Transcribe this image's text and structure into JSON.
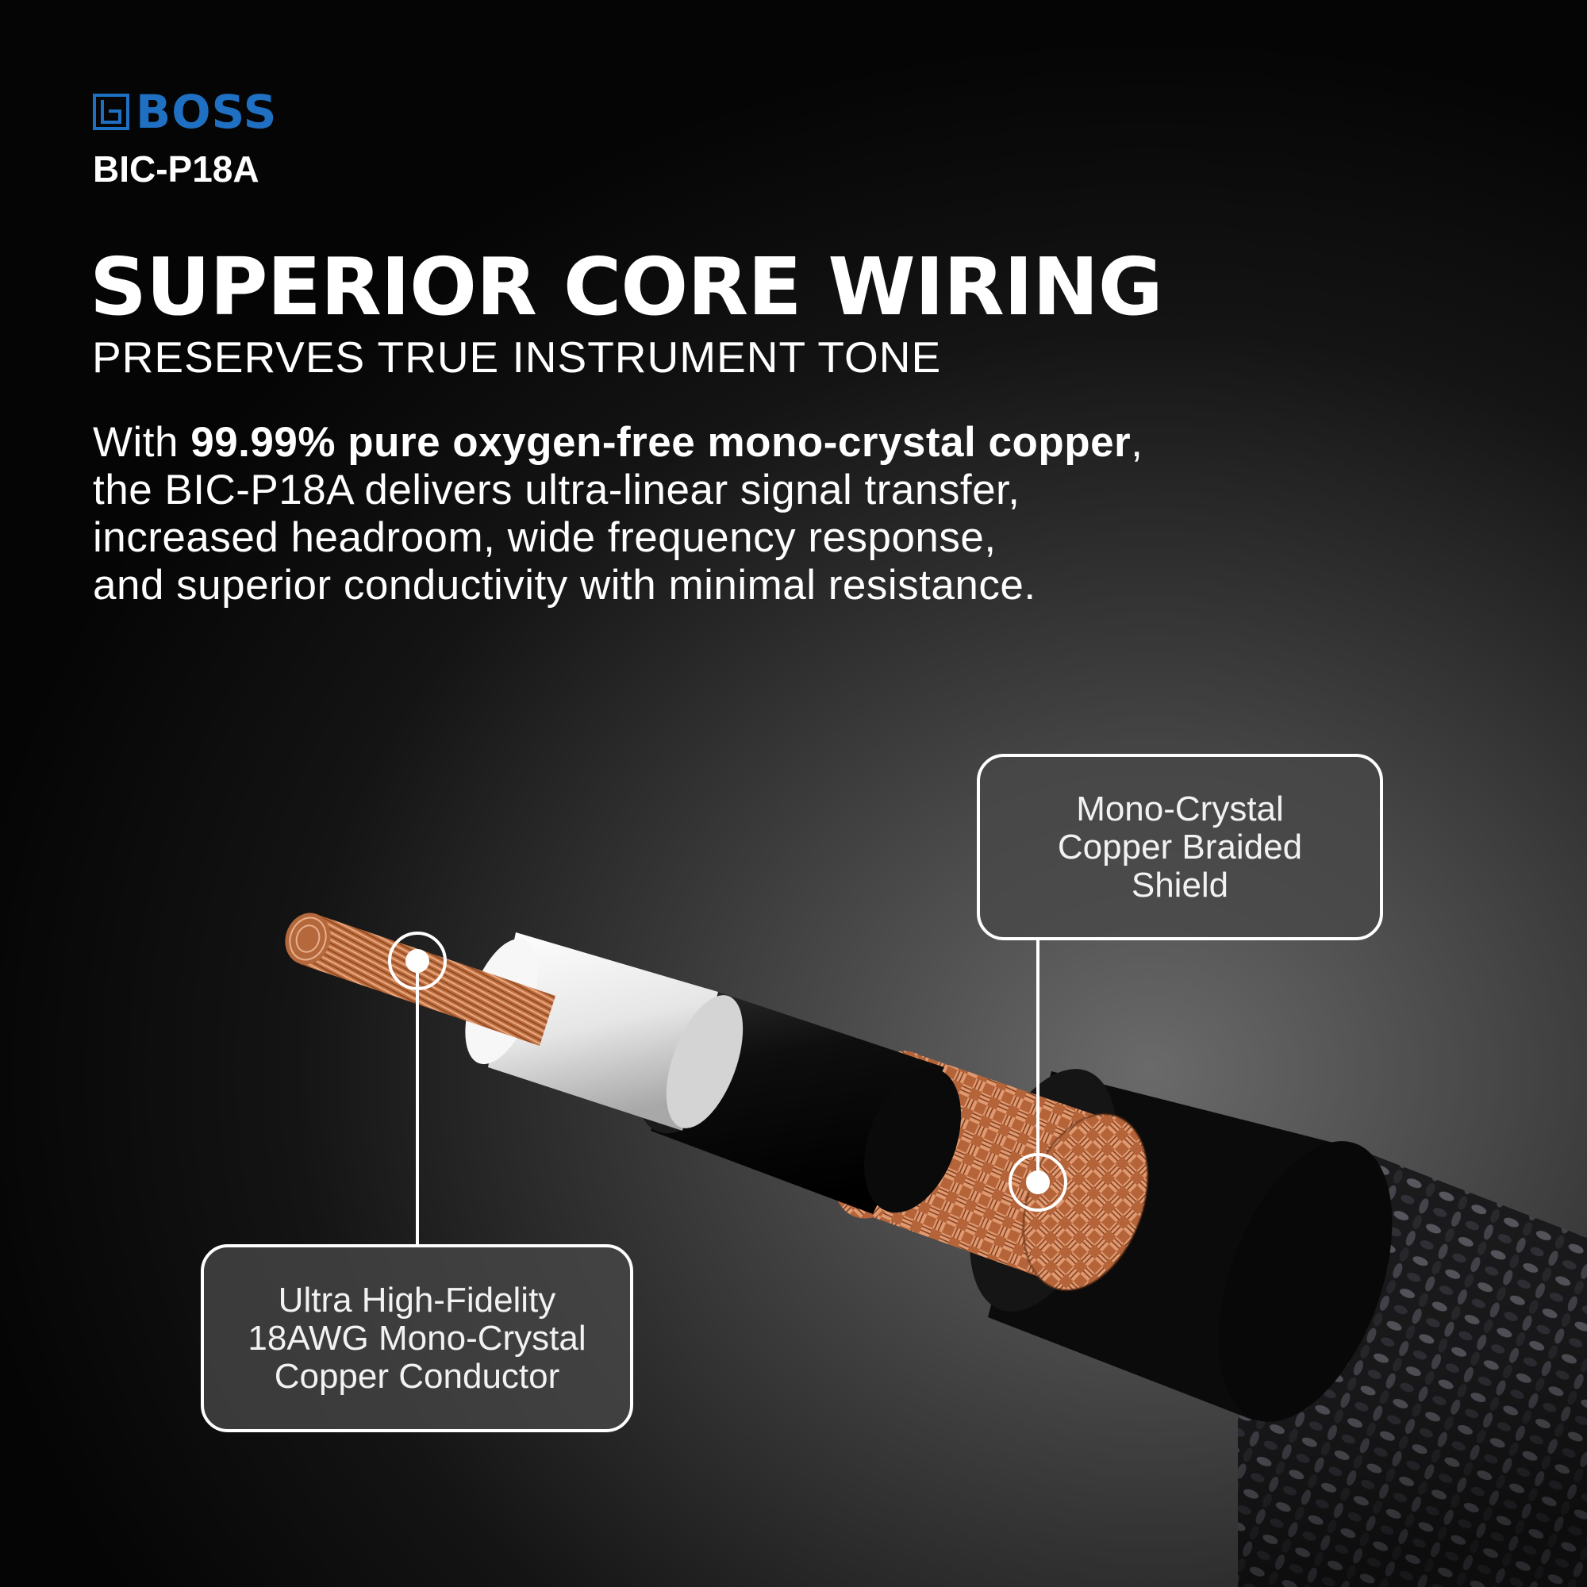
{
  "brand": {
    "logo_text": "BOSS",
    "logo_color": "#1f6fc2",
    "model": "BIC-P18A"
  },
  "hero": {
    "headline": "SUPERIOR CORE WIRING",
    "subheadline": "PRESERVES TRUE INSTRUMENT TONE"
  },
  "description": {
    "line1_prefix": "With ",
    "line1_bold": "99.99% pure oxygen-free mono-crystal copper",
    "line1_suffix": ",",
    "line2": "the BIC-P18A delivers ultra-linear signal transfer,",
    "line3": "increased headroom, wide frequency response,",
    "line4": "and superior conductivity with minimal resistance."
  },
  "callouts": {
    "shield": {
      "line1": "Mono-Crystal",
      "line2": "Copper Braided",
      "line3": "Shield"
    },
    "conductor": {
      "line1": "Ultra High-Fidelity",
      "line2": "18AWG Mono-Crystal",
      "line3": "Copper Conductor"
    }
  },
  "colors": {
    "copper": "#c97a4f",
    "insulation": "#f2f2f2",
    "jacket": "#0c0c0c"
  }
}
